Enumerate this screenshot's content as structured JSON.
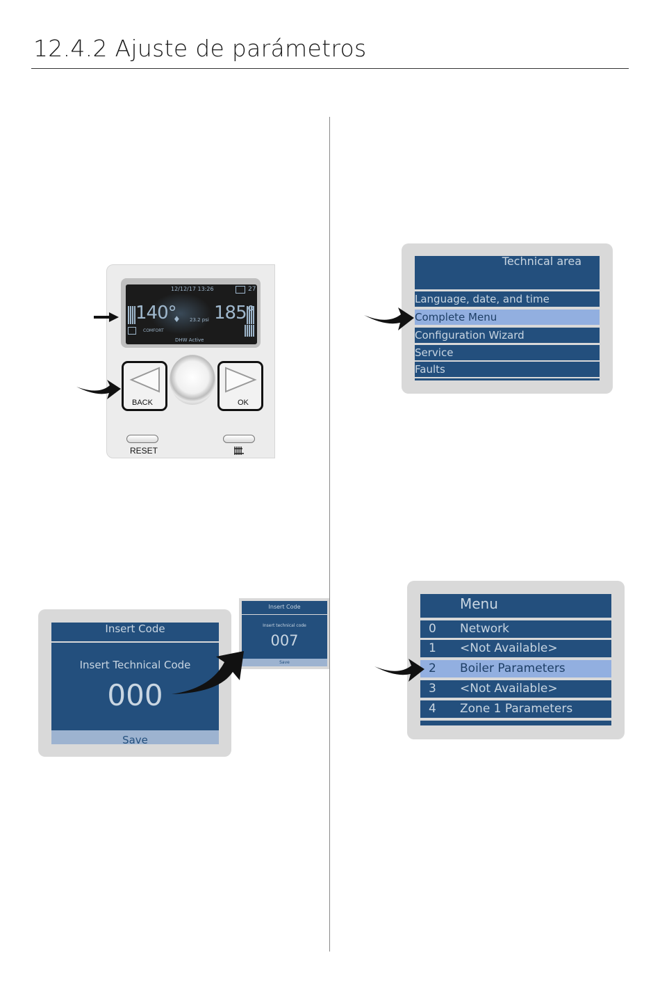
{
  "page": {
    "title": "12.4.2 Ajuste de parámetros"
  },
  "control_panel": {
    "lcd_date": "12/12/17 13:26",
    "lcd_outdoor_temp": "27",
    "lcd_temp_left": "140°",
    "lcd_pressure": "23.2 psi",
    "lcd_temp_right": "185°",
    "lcd_mode": "COMFORT",
    "lcd_status": "DHW Active",
    "back_label": "BACK",
    "ok_label": "OK",
    "reset_label": "RESET",
    "icons": [
      "house-icon",
      "drop-icon",
      "radiator-icon",
      "back-arrow-icon",
      "ok-arrow-icon",
      "knob"
    ]
  },
  "technical_area": {
    "title": "Technical area",
    "items": [
      {
        "label": "Language, date, and time",
        "selected": false
      },
      {
        "label": "Complete Menu",
        "selected": true
      },
      {
        "label": "Configuration Wizard",
        "selected": false
      },
      {
        "label": "Service",
        "selected": false
      },
      {
        "label": "Faults",
        "selected": false
      }
    ]
  },
  "insert_code": {
    "title": "Insert Code",
    "subtitle": "Insert Technical Code",
    "code": "000",
    "save_label": "Save"
  },
  "insert_code_small": {
    "title": "Insert Code",
    "subtitle": "Insert technical code",
    "code": "007",
    "save_label": "Save"
  },
  "menu": {
    "title": "Menu",
    "items": [
      {
        "number": "0",
        "label": "Network",
        "selected": false
      },
      {
        "number": "1",
        "label": "<Not Available>",
        "selected": false
      },
      {
        "number": "2",
        "label": "Boiler Parameters",
        "selected": true
      },
      {
        "number": "3",
        "label": "<Not Available>",
        "selected": false
      },
      {
        "number": "4",
        "label": "Zone 1 Parameters",
        "selected": false
      }
    ]
  },
  "colors": {
    "screen_blue": "#234f7d",
    "selection": "#92afe0",
    "screen_text": "#c9d6e2",
    "bezel": "#d9d9d9"
  }
}
